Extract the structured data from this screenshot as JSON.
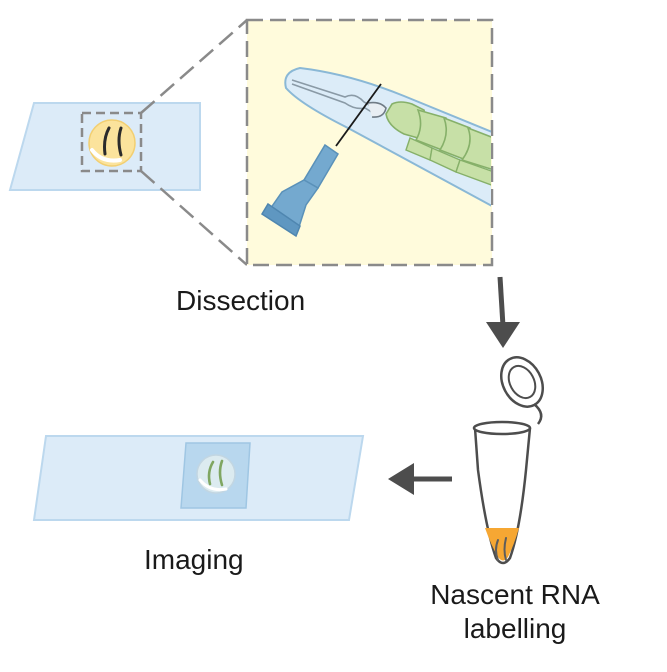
{
  "steps": {
    "dissection": {
      "label": "Dissection"
    },
    "labelling": {
      "line1": "Nascent RNA",
      "line2": "labelling"
    },
    "imaging": {
      "label": "Imaging"
    }
  },
  "icons": {
    "slide": "glass-slide-icon",
    "zoom_box": "magnified-view-icon",
    "worm": "worm-dissection-icon",
    "needle": "needle-icon",
    "tube": "eppendorf-tube-icon",
    "arrow_down": "arrow-down-icon",
    "arrow_left": "arrow-left-icon"
  },
  "colors": {
    "slide_fill": "#dcebf8",
    "slide_stroke": "#b9d7ee",
    "zoom_bg": "#fffbdc",
    "dashed": "#8a8a8a",
    "worm_body": "#dcecf8",
    "worm_outline": "#8ab8d6",
    "gonad": "#c7e0a7",
    "gonad_outline": "#86b069",
    "needle": "#74a9cf",
    "arrow": "#4d4d4d",
    "tube_liquid": "#f6a733",
    "drop": "#fbe39c"
  }
}
